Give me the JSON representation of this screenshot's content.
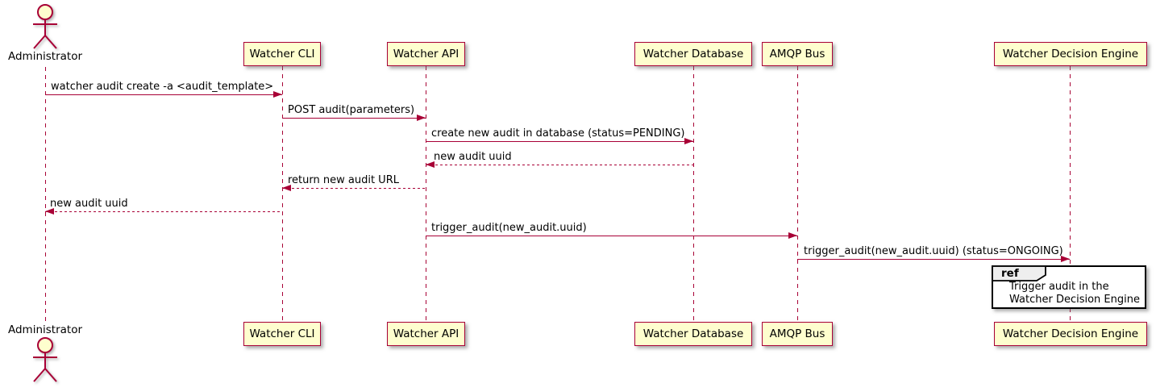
{
  "diagram": {
    "type": "sequence",
    "actor": {
      "name": "Administrator"
    },
    "participants": [
      {
        "label": "Watcher CLI"
      },
      {
        "label": "Watcher API"
      },
      {
        "label": "Watcher Database"
      },
      {
        "label": "AMQP Bus"
      },
      {
        "label": "Watcher Decision Engine"
      }
    ],
    "messages": [
      {
        "from": "Administrator",
        "to": "Watcher CLI",
        "label": "watcher audit create -a <audit_template>",
        "line": "solid",
        "direction": "right"
      },
      {
        "from": "Watcher CLI",
        "to": "Watcher API",
        "label": "POST audit(parameters)",
        "line": "solid",
        "direction": "right"
      },
      {
        "from": "Watcher API",
        "to": "Watcher Database",
        "label": "create new audit in database (status=PENDING)",
        "line": "solid",
        "direction": "right"
      },
      {
        "from": "Watcher Database",
        "to": "Watcher API",
        "label": "new audit uuid",
        "line": "dotted",
        "direction": "left"
      },
      {
        "from": "Watcher API",
        "to": "Watcher CLI",
        "label": "return new audit URL",
        "line": "dotted",
        "direction": "left"
      },
      {
        "from": "Watcher CLI",
        "to": "Administrator",
        "label": "new audit uuid",
        "line": "dotted",
        "direction": "left"
      },
      {
        "from": "Watcher API",
        "to": "AMQP Bus",
        "label": "trigger_audit(new_audit.uuid)",
        "line": "solid",
        "direction": "right"
      },
      {
        "from": "AMQP Bus",
        "to": "Watcher Decision Engine",
        "label": "trigger_audit(new_audit.uuid) (status=ONGOING)",
        "line": "solid",
        "direction": "right"
      }
    ],
    "ref": {
      "keyword": "ref",
      "lines": [
        "Trigger audit in the",
        "Watcher Decision Engine"
      ]
    },
    "colors": {
      "stroke": "#A80036",
      "participant_fill": "#FEFECE",
      "text": "#000000",
      "ref_header_fill": "#EEEEEE",
      "ref_border": "#000000"
    }
  }
}
